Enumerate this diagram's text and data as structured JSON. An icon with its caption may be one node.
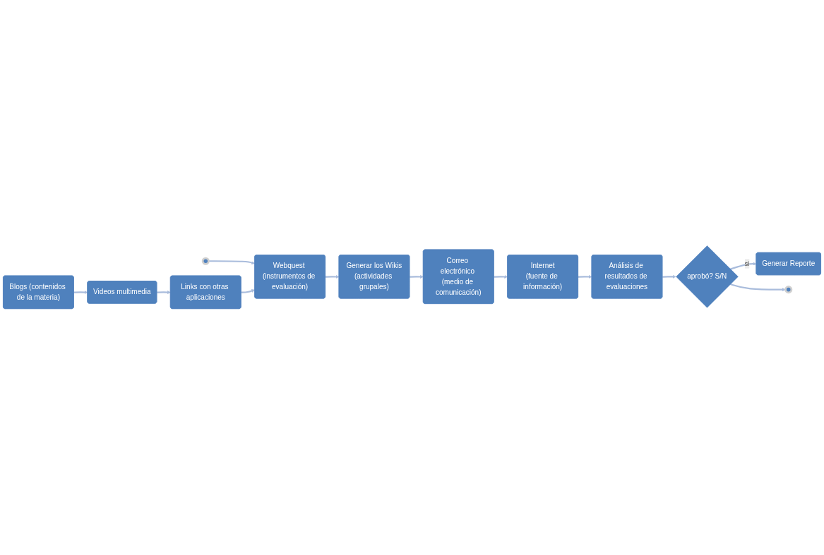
{
  "diagram": {
    "nodes": [
      {
        "text": [],
        "shape": "circle"
      },
      {
        "text": [
          "Blogs (contenidos de la materia)"
        ]
      },
      {
        "text": [
          "Videos multimedia"
        ]
      },
      {
        "text": [
          "Links con otras aplicaciones"
        ]
      },
      {
        "text": [
          "Webquest (instrumentos de evaluación)"
        ]
      },
      {
        "text": [
          "Generar los Wikis",
          "(actividades grupales)"
        ]
      },
      {
        "text": [
          "Correo electrónico (medio de comunicación)"
        ]
      },
      {
        "text": [
          "Internet",
          "(fuente de información)"
        ]
      },
      {
        "text": [
          "Análisis de resultados de evaluaciones"
        ]
      },
      {
        "text": [
          "aprobó? S/N"
        ]
      },
      {
        "text": [
          "Generar Reporte"
        ]
      },
      {
        "text": [],
        "shape": "circle"
      }
    ],
    "edges": [
      {
        "from": 0,
        "to": 4,
        "arrow": "to"
      },
      {
        "from": 1,
        "to": 2,
        "arrow": "to"
      },
      {
        "from": 2,
        "to": 3,
        "arrow": "to"
      },
      {
        "from": 3,
        "to": 4,
        "arrow": "to"
      },
      {
        "from": 4,
        "to": 5,
        "arrow": "to"
      },
      {
        "from": 5,
        "to": 6,
        "arrow": "to"
      },
      {
        "from": 6,
        "to": 7,
        "arrow": "to"
      },
      {
        "from": 7,
        "to": 8,
        "arrow": "to"
      },
      {
        "from": 8,
        "to": 9,
        "arrow": "to"
      },
      {
        "from": 9,
        "to": 10,
        "label": "si",
        "arrow": "to"
      },
      {
        "from": 9,
        "to": 11,
        "arrow": "to"
      }
    ]
  }
}
